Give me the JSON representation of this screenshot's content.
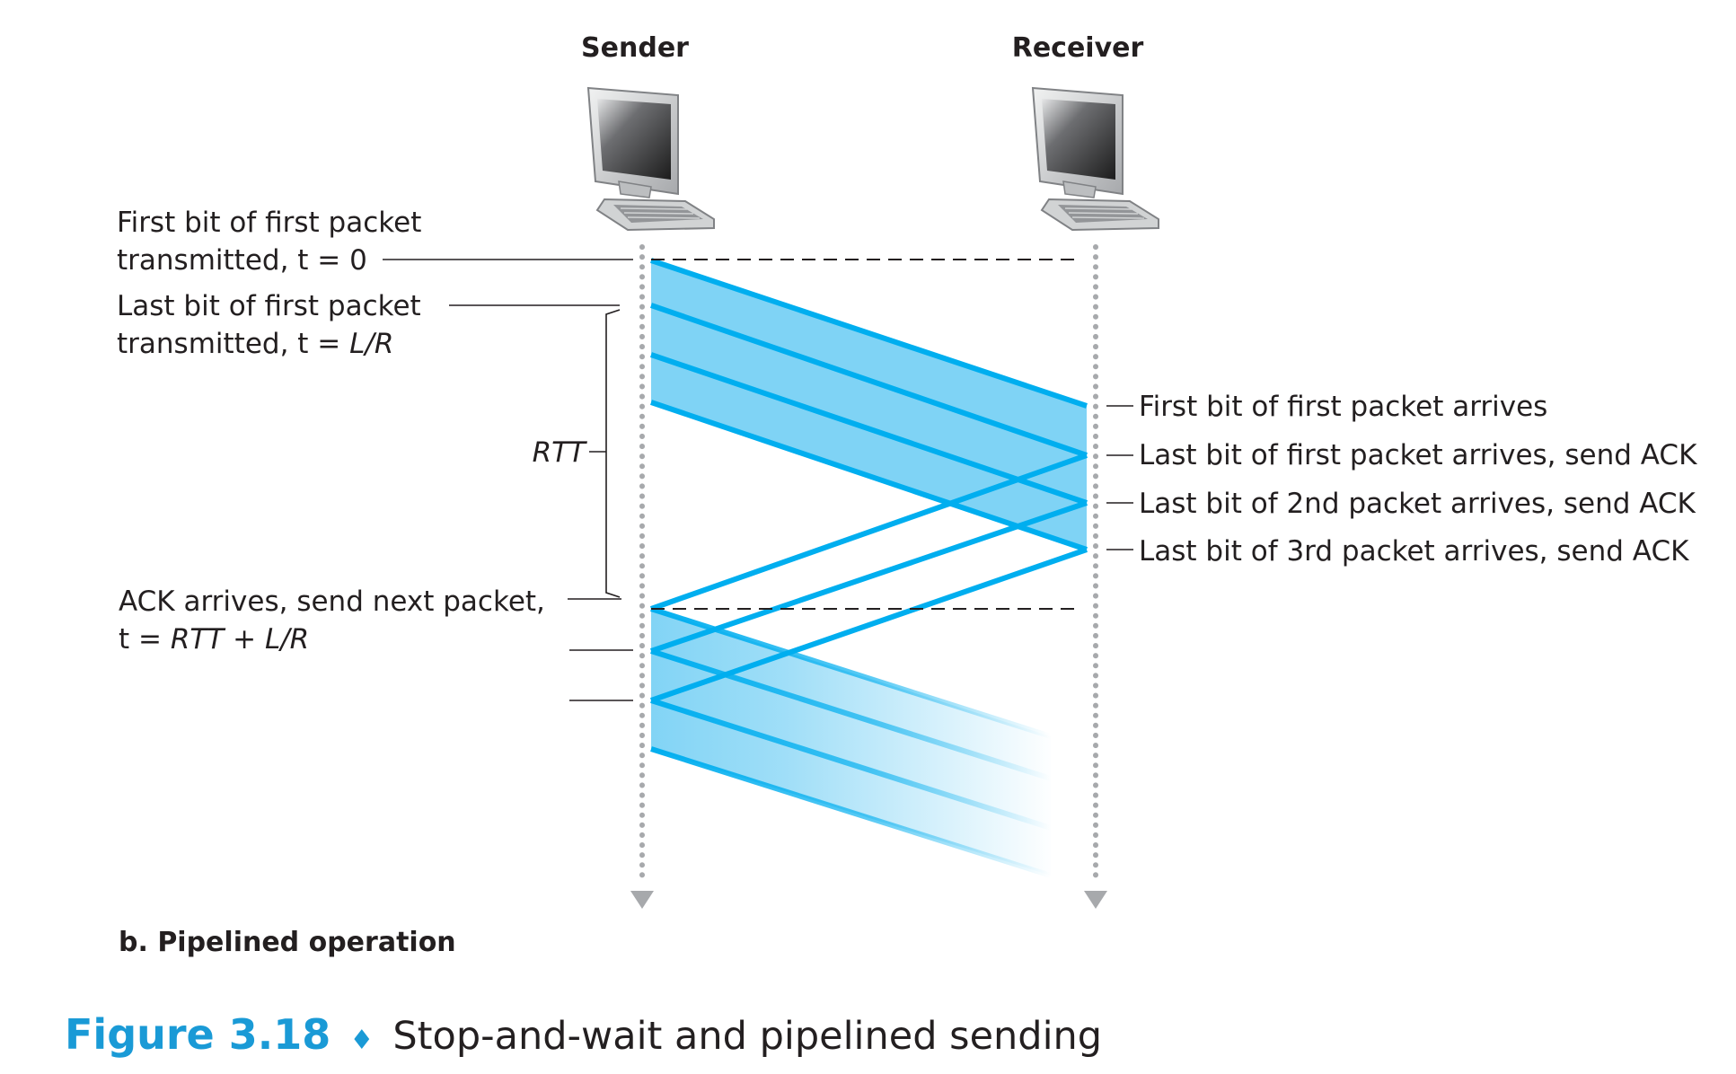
{
  "hosts": {
    "sender_label": "Sender",
    "receiver_label": "Receiver"
  },
  "sender_notes": {
    "first_bit_line1": "First bit of first packet",
    "first_bit_line2": "transmitted, t = 0",
    "last_bit_line1": "Last bit of first packet",
    "last_bit_line2_prefix": "transmitted, t = ",
    "last_bit_line2_value": "L/R",
    "rtt_label": "RTT",
    "ack_line1": "ACK arrives, send next packet,",
    "ack_line2_prefix": "t = ",
    "ack_line2_value": "RTT + L/R"
  },
  "receiver_notes": [
    "First bit of first packet arrives",
    "Last bit of first packet arrives, send ACK",
    "Last bit of 2nd packet arrives, send ACK",
    "Last bit of 3rd packet arrives, send ACK"
  ],
  "subfigure_label": "b. Pipelined operation",
  "caption": {
    "number": "Figure 3.18",
    "separator": "♦",
    "text": "Stop-and-wait and pipelined sending"
  },
  "colors": {
    "packet_line": "#00aeef",
    "packet_fill": "#7fd3f5",
    "caption_accent": "#1a9ad6",
    "text": "#231f20",
    "timeline": "#a7a9ac"
  },
  "icons": [
    "computer-icon",
    "computer-icon"
  ]
}
